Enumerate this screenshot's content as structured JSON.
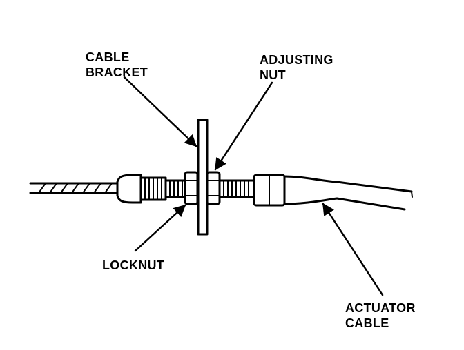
{
  "diagram": {
    "labels": {
      "cable_bracket": [
        "CABLE",
        "BRACKET"
      ],
      "adjusting_nut": [
        "ADJUSTING",
        "NUT"
      ],
      "locknut": [
        "LOCKNUT"
      ],
      "actuator_cable": [
        "ACTUATOR",
        "CABLE"
      ]
    },
    "colors": {
      "ink": "#000000",
      "paper": "#ffffff"
    }
  }
}
